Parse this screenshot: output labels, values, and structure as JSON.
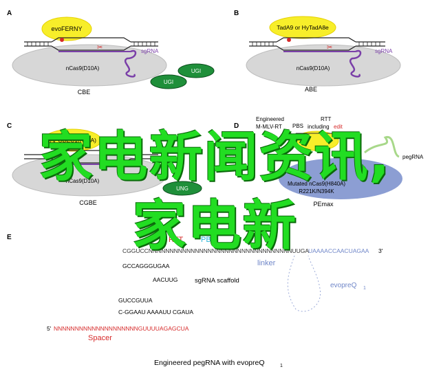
{
  "panels": {
    "A": {
      "letter": "A",
      "protein": "evoFERNY",
      "nuclease": "nCas9(D10A)",
      "ugi1": "UGI",
      "ugi2": "UGI",
      "sgrna": "sgRNA",
      "name": "CBE"
    },
    "B": {
      "letter": "B",
      "protein": "TadA9 or HyTadA8e",
      "nuclease": "nCas9(D10A)",
      "sgrna": "sgRNA",
      "name": "ABE"
    },
    "C": {
      "letter": "C",
      "protein": "rAPOBEC1(R33A)",
      "nuclease": "nCas9(D10A)",
      "ugi": "UNG",
      "name": "CGBE"
    },
    "D": {
      "letter": "D",
      "rt_label1": "Engineered",
      "rt_label2": "M-MLV-RT",
      "pbs": "PBS",
      "rtt1": "RTT",
      "rtt2": "including",
      "edit": "edit",
      "prime3": "3'",
      "pegrna": "pegRNA",
      "nuclease1": "Mutated nCas9(H840A)",
      "nuclease2": "R221K/N394K",
      "name": "PEmax"
    },
    "E": {
      "letter": "E",
      "top_seq": "CGGUCCNNNNNNNNNNNNNNNNNNNNNNNNNNNNNNNNNNUUGA",
      "tail_seq": "UAAAACCAACUAGAA",
      "prime3": "3'",
      "prime5": "5'",
      "label_rtt": "RTT",
      "label_pbs": "PBS",
      "label_linker": "linker",
      "label_scaffold": "sgRNA scaffold",
      "label_spacer": "Spacer",
      "label_evopreq": "evopreQ",
      "sub1": "1",
      "stem1_top": "GCCAGGGUGAA",
      "loop1": "AACUUG",
      "stem2_top": "GUCCGUUA",
      "stem2_bot": "C-GGAAU AAAAUU CGAUA",
      "bottom_seq": "NNNNNNNNNNNNNNNNNNNNGUUUUAGAGCUA",
      "caption": "Engineered pegRNA with evopreQ"
    }
  },
  "overlay": {
    "line1": "家电新闻资讯,",
    "line2": "家电新"
  },
  "colors": {
    "protein_yellow": "#f7ee2a",
    "ugi_green": "#1f8f3a",
    "sgrna_purple": "#7a3fa8",
    "ellipse_gray": "#d7d7d7",
    "rtt_red": "#d62a2a",
    "pbs_cyan": "#2bb6d8",
    "linker_blue": "#6f86c8",
    "overlay_green": "#22dd22"
  }
}
